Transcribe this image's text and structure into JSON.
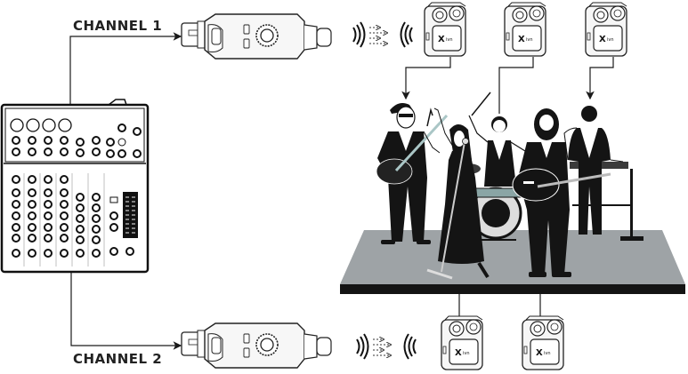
{
  "labels": {
    "channel1": "CHANNEL 1",
    "channel2": "CHANNEL 2"
  },
  "devices": {
    "mixer": {
      "name": "audio-mixer",
      "inputs": 4,
      "mono_channels": 4,
      "stereo_channels": 2
    },
    "transmitters": [
      {
        "id": "tx1",
        "channel": "CHANNEL 1"
      },
      {
        "id": "tx2",
        "channel": "CHANNEL 2"
      }
    ],
    "receivers": [
      {
        "id": "rx1",
        "brand": "Xvive",
        "position": "top",
        "wearer": "guitarist-left"
      },
      {
        "id": "rx2",
        "brand": "Xvive",
        "position": "top",
        "wearer": "drummer"
      },
      {
        "id": "rx3",
        "brand": "Xvive",
        "position": "top",
        "wearer": "keyboardist"
      },
      {
        "id": "rx4",
        "brand": "Xvive",
        "position": "bottom",
        "wearer": "singer"
      },
      {
        "id": "rx5",
        "brand": "Xvive",
        "position": "bottom",
        "wearer": "acoustic-guitarist"
      }
    ],
    "receiver_logo": "X"
  },
  "colors": {
    "line": "#1a1a1a",
    "stage_top": "#9ea3a6",
    "stage_edge": "#141414",
    "figure": "#141414",
    "device_fill": "#f4f4f4"
  }
}
